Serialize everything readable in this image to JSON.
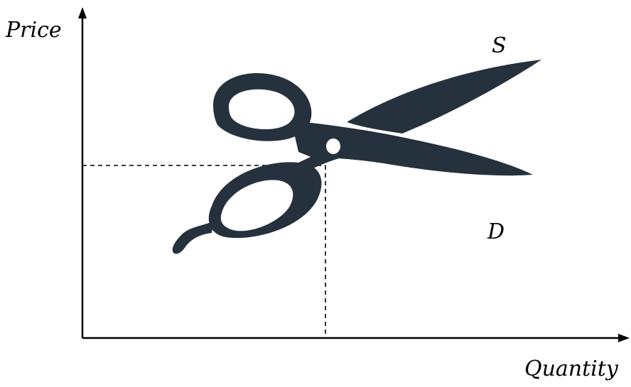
{
  "axes": {
    "y_label": "Price",
    "x_label": "Quantity"
  },
  "curves": {
    "supply_label": "S",
    "demand_label": "D"
  },
  "illustration": {
    "icon": "scissors-icon",
    "color": "#25323d"
  },
  "colors": {
    "axis": "#000000",
    "guide": "#000000",
    "background": "#ffffff"
  }
}
